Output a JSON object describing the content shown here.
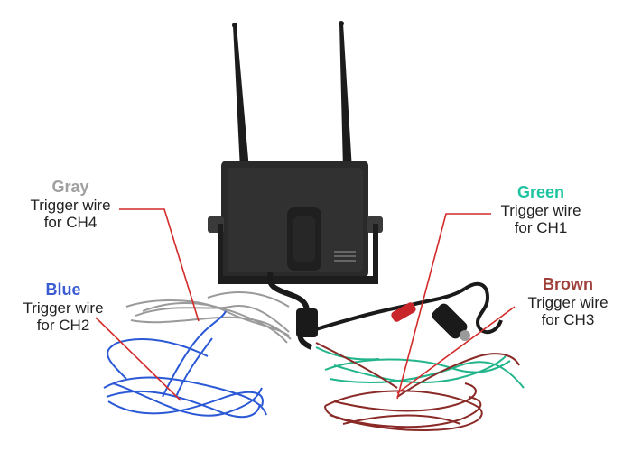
{
  "labels": {
    "gray": {
      "color_name": "Gray",
      "line1": "Trigger wire",
      "line2": "for CH4",
      "color": "#a0a0a0"
    },
    "blue": {
      "color_name": "Blue",
      "line1": "Trigger wire",
      "line2": "for CH2",
      "color": "#3a5bd1"
    },
    "green": {
      "color_name": "Green",
      "line1": "Trigger wire",
      "line2": "for CH1",
      "color": "#1ec4a0"
    },
    "brown": {
      "color_name": "Brown",
      "line1": "Trigger wire",
      "line2": "for CH3",
      "color": "#a0403a"
    }
  },
  "colors": {
    "pointer_line": "#d32a2a",
    "monitor_body": "#2a2a2a",
    "gray_wire": "#9a9a9a",
    "blue_wire": "#2b59d6",
    "green_wire": "#22b58c",
    "brown_wire": "#8a2a26",
    "red_plug": "#c8262a"
  }
}
